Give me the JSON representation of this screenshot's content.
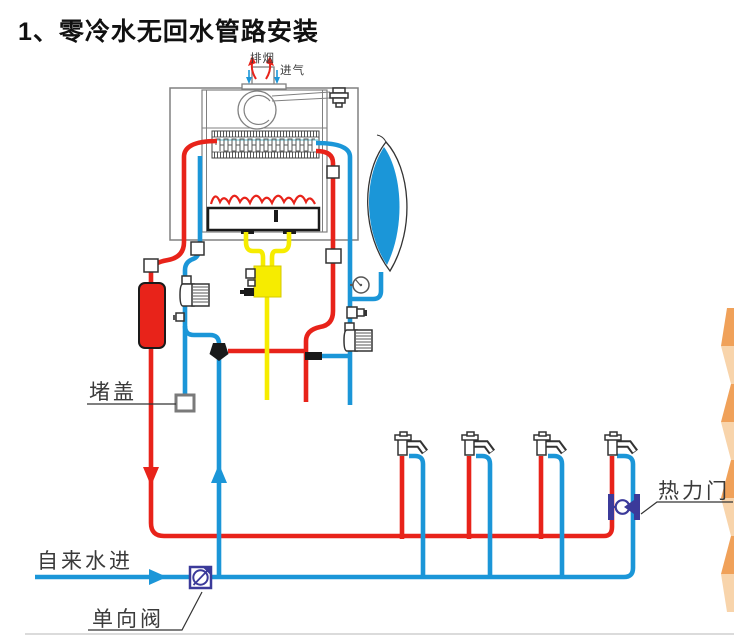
{
  "title": "1、零冷水无回水管路安装",
  "labels": {
    "exhaust": "排烟",
    "intake": "进气",
    "plug_cap": "堵盖",
    "tap_water_inlet": "自来水进",
    "check_valve": "单向阀",
    "thermal_valve": "热力门"
  },
  "colors": {
    "hot": "#e8231a",
    "cold": "#1b96d8",
    "gas": "#f6ec00",
    "valve": "#3b3a9a",
    "outline": "#808080",
    "dark": "#1a1a1a",
    "ribbon_dark": "#f0a159",
    "ribbon_light": "#f8d4ab"
  }
}
